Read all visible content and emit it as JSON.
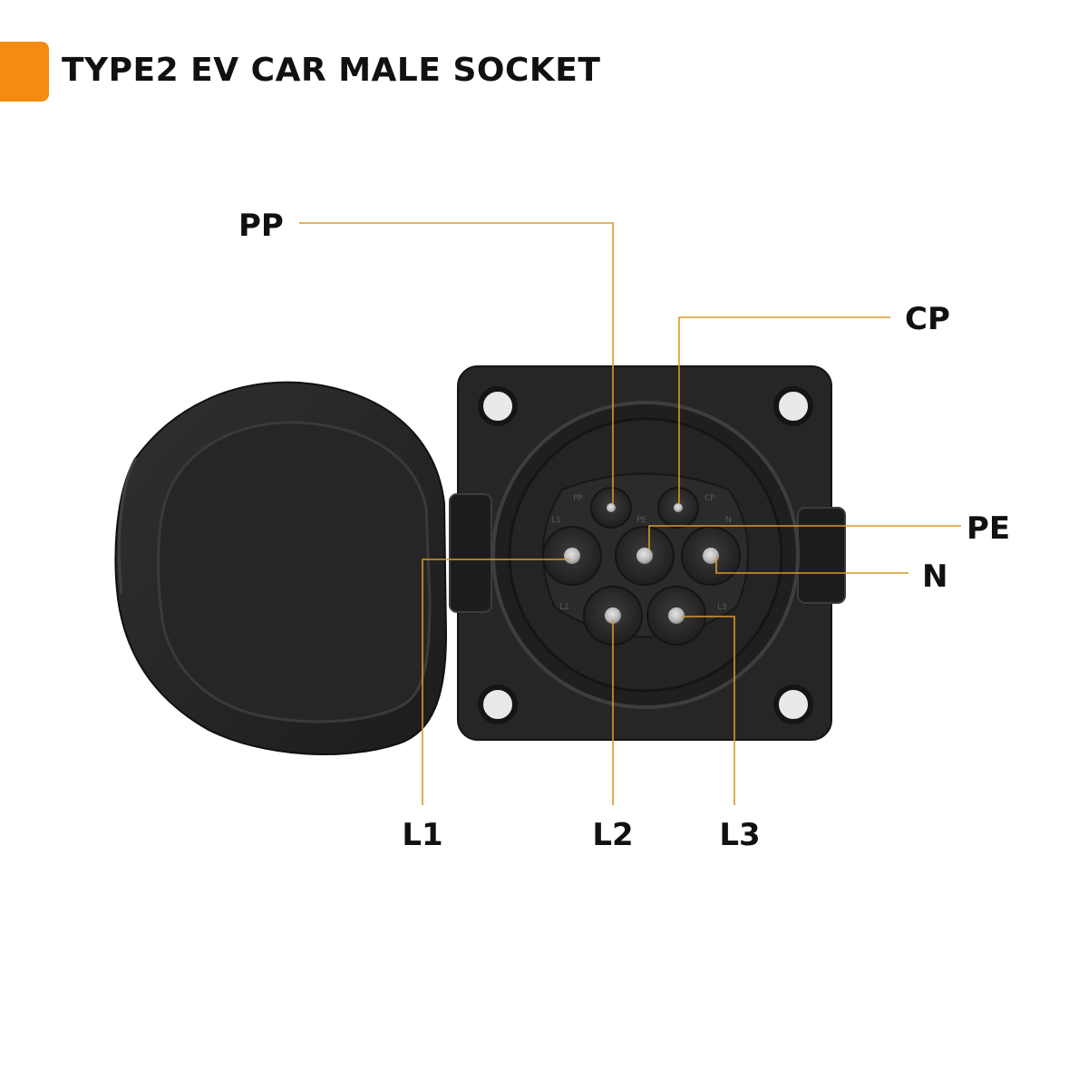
{
  "title": "TYPE2 EV CAR MALE SOCKET",
  "colors": {
    "accent": "#f68b12",
    "leader_line": "#d89a2a",
    "socket_body": "#2a2a2a",
    "socket_dark": "#1a1a1a",
    "text": "#111111"
  },
  "icons": {
    "cover": "hinged-cap-icon",
    "socket": "type2-socket-icon"
  },
  "pins": [
    {
      "id": "pp",
      "label": "PP"
    },
    {
      "id": "cp",
      "label": "CP"
    },
    {
      "id": "pe",
      "label": "PE"
    },
    {
      "id": "n",
      "label": "N"
    },
    {
      "id": "l1",
      "label": "L1"
    },
    {
      "id": "l2",
      "label": "L2"
    },
    {
      "id": "l3",
      "label": "L3"
    }
  ]
}
